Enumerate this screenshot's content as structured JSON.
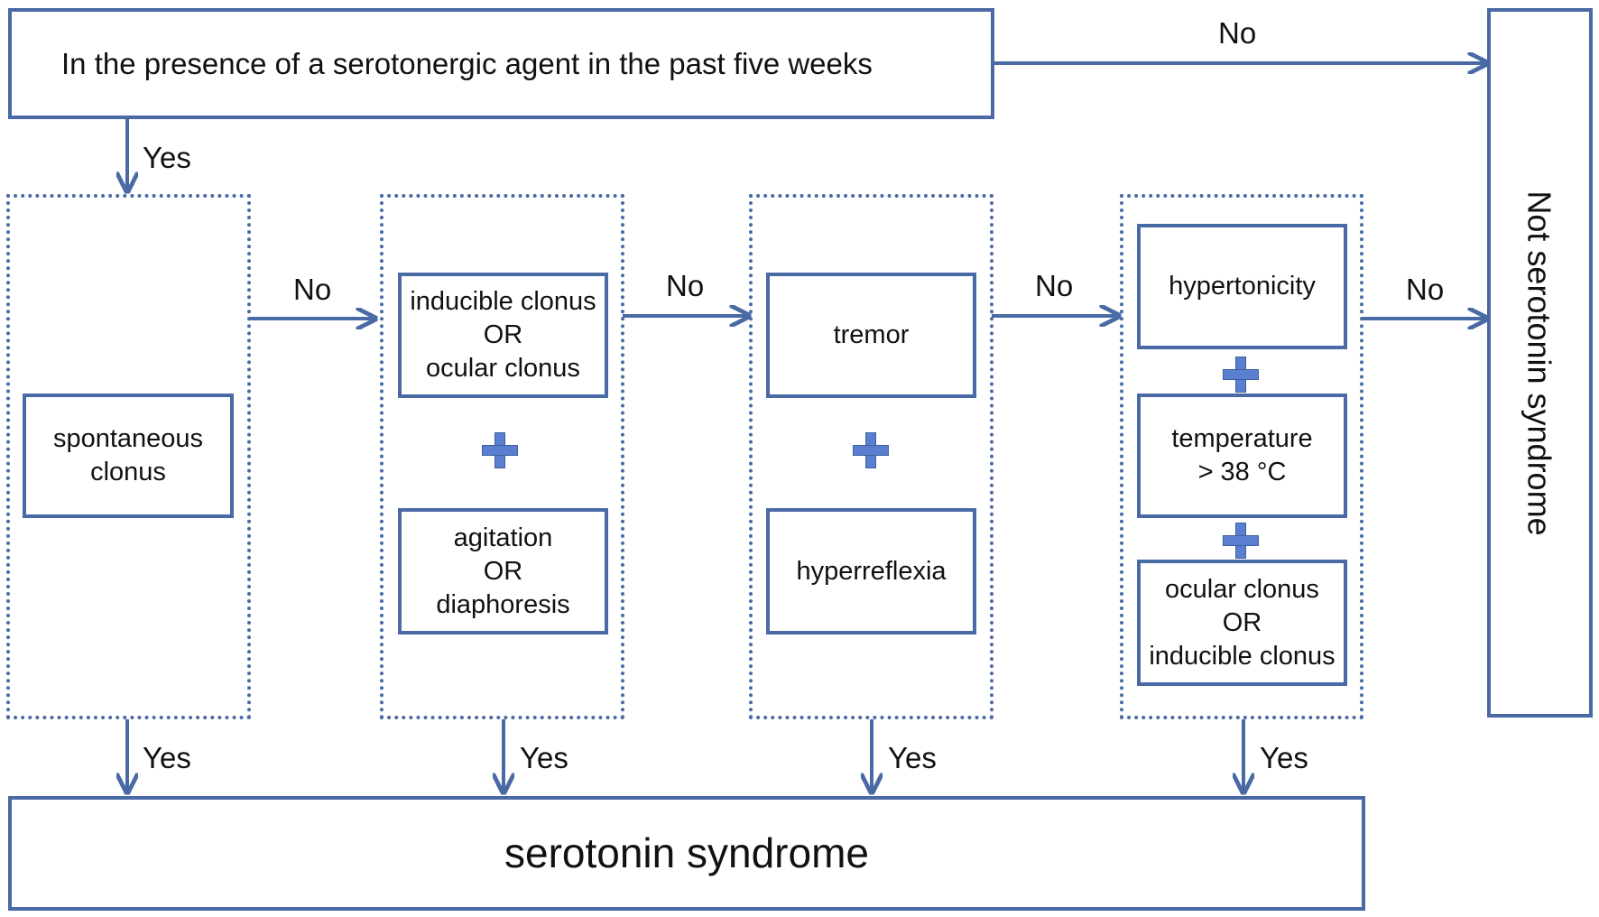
{
  "start": {
    "text": "In the presence of a serotonergic agent in the past five weeks"
  },
  "not_serotonin": {
    "text": "Not serotonin syndrome"
  },
  "result": {
    "text": "serotonin syndrome"
  },
  "criteria": {
    "spontaneous": "spontaneous\nclonus",
    "inducible_ocular": "inducible clonus\nOR\nocular clonus",
    "agitation": "agitation\nOR\ndiaphoresis",
    "tremor": "tremor",
    "hyperreflexia": "hyperreflexia",
    "hypertonicity": "hypertonicity",
    "temperature": "temperature\n> 38 °C",
    "ocular_inducible": "ocular clonus\nOR\ninducible clonus"
  },
  "labels": {
    "yes": "Yes",
    "no": "No"
  },
  "colors": {
    "stroke": "#4a6aa5",
    "plus": "#5b7fd0"
  }
}
